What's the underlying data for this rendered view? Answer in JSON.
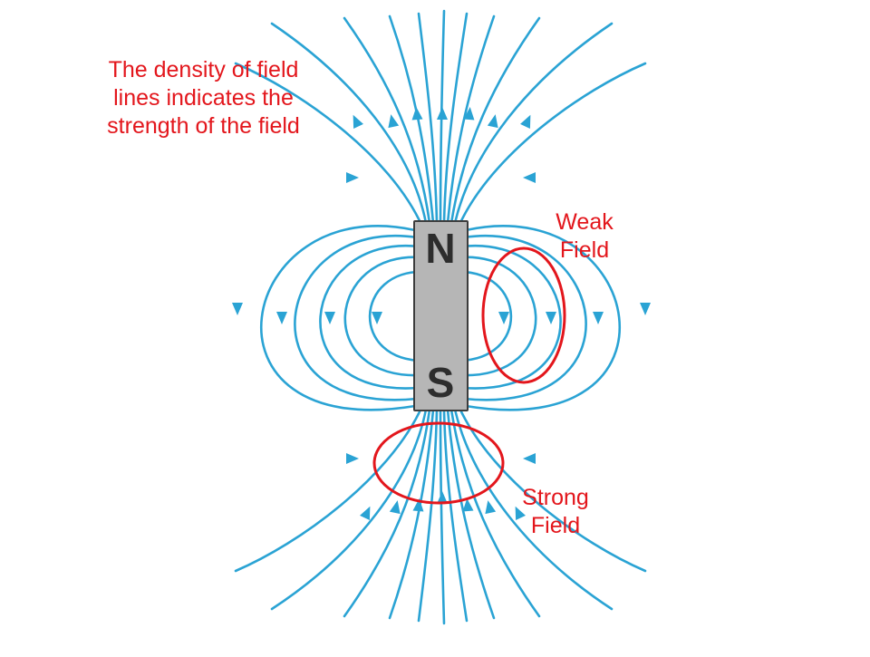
{
  "colors": {
    "field_line": "#2aa3d4",
    "annotation": "#e3161c",
    "magnet_fill": "#b6b6b6",
    "magnet_border": "#3c3c3c",
    "pole_text": "#2d2d2d"
  },
  "magnet": {
    "north_label": "N",
    "south_label": "S"
  },
  "annotations": {
    "density": [
      "The density of field",
      "lines indicates the",
      "strength of the field"
    ],
    "weak": [
      "Weak",
      "Field"
    ],
    "strong": [
      "Strong",
      "Field"
    ]
  },
  "icons": {
    "arrowhead": "triangle-arrow-icon"
  }
}
